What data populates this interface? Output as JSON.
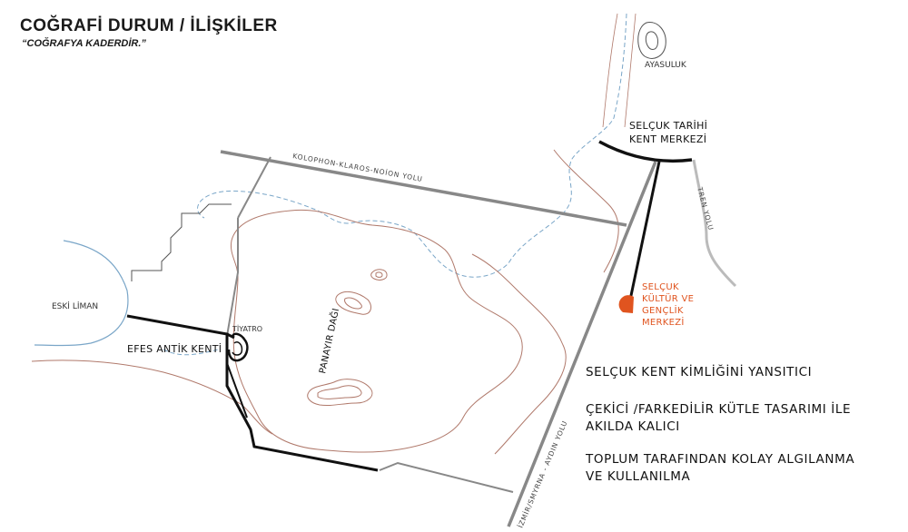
{
  "header": {
    "title": "COĞRAFİ DURUM / İLİŞKİLER",
    "subtitle": "“COĞRAFYA KADERDİR.”"
  },
  "map": {
    "labels": {
      "ayasuluk": "AYASULUK",
      "selcuk_center_line1": "SELÇUK TARİHİ",
      "selcuk_center_line2": "KENT MERKEZİ",
      "kolophon_road": "KOLOPHON-KLAROS-NOİON YOLU",
      "tren_yolu": "TREN YOLU",
      "eski_liman": "ESKİ LİMAN",
      "tiyatro": "TİYATRO",
      "efes": "EFES ANTİK KENTİ",
      "panayir": "PANAYIR DAĞI",
      "izmir_road": "İZMİR/SMYRNA - AYDIN YOLU"
    },
    "project": {
      "line1": "SELÇUK",
      "line2": "KÜLTÜR VE",
      "line3": "GENÇLİK",
      "line4": "MERKEZİ"
    },
    "colors": {
      "contour": "#b0796b",
      "water": "#7aa6c8",
      "road": "#888888",
      "rail": "#bbbbbb",
      "path": "#111111",
      "project": "#e0541f"
    }
  },
  "statements": {
    "s1": "SELÇUK KENT KİMLİĞİNİ YANSITICI",
    "s2_line1": "ÇEKİCİ /FARKEDİLİR KÜTLE TASARIMI İLE",
    "s2_line2": "AKILDA KALICI",
    "s3_line1": "TOPLUM TARAFINDAN KOLAY ALGILANMA",
    "s3_line2": "VE KULLANILMA"
  }
}
